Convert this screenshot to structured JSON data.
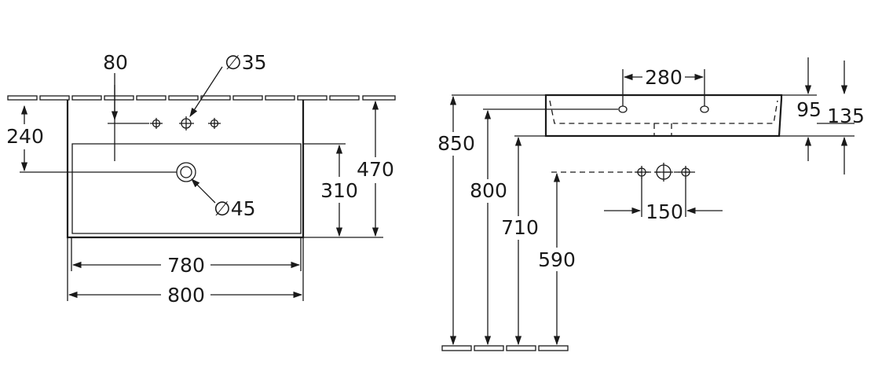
{
  "drawing": {
    "top_view": {
      "hole_offset": "80",
      "tap_hole_diameter": "∅35",
      "height_to_tap": "240",
      "waste_diameter": "∅45",
      "basin_depth": "310",
      "overall_depth": "470",
      "inner_width": "780",
      "overall_width": "800"
    },
    "side_view": {
      "tap_hole_spacing": "280",
      "thickness": "95",
      "overall_height": "135",
      "height_top": "850",
      "height_rim": "800",
      "height_bottom": "710",
      "height_waste": "590",
      "waste_spacing": "150"
    }
  }
}
